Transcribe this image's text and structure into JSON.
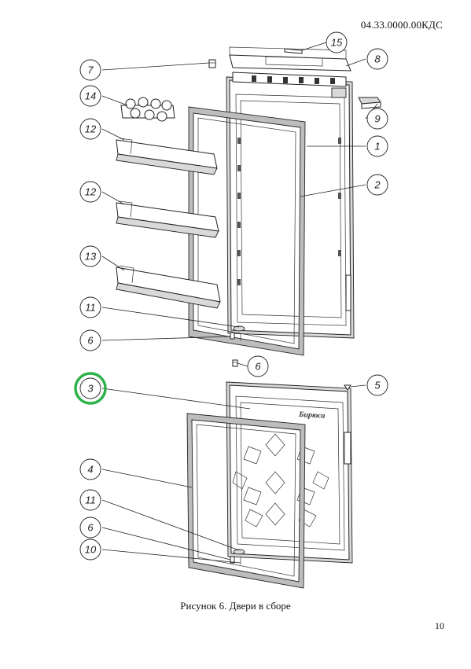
{
  "document": {
    "code": "04.33.0000.00КДС",
    "caption": "Рисунок 6. Двери в сборе",
    "page_number": "10"
  },
  "brand": {
    "logo_text": "Бирюса"
  },
  "callouts": {
    "c1": "1",
    "c2": "2",
    "c3": "3",
    "c4": "4",
    "c5": "5",
    "c6a": "6",
    "c6b": "6",
    "c6c": "6",
    "c7": "7",
    "c8": "8",
    "c9": "9",
    "c10": "10",
    "c11a": "11",
    "c11b": "11",
    "c12a": "12",
    "c12b": "12",
    "c13": "13",
    "c14": "14",
    "c15": "15"
  },
  "highlight": {
    "callout": "3",
    "color": "#2db34a"
  }
}
